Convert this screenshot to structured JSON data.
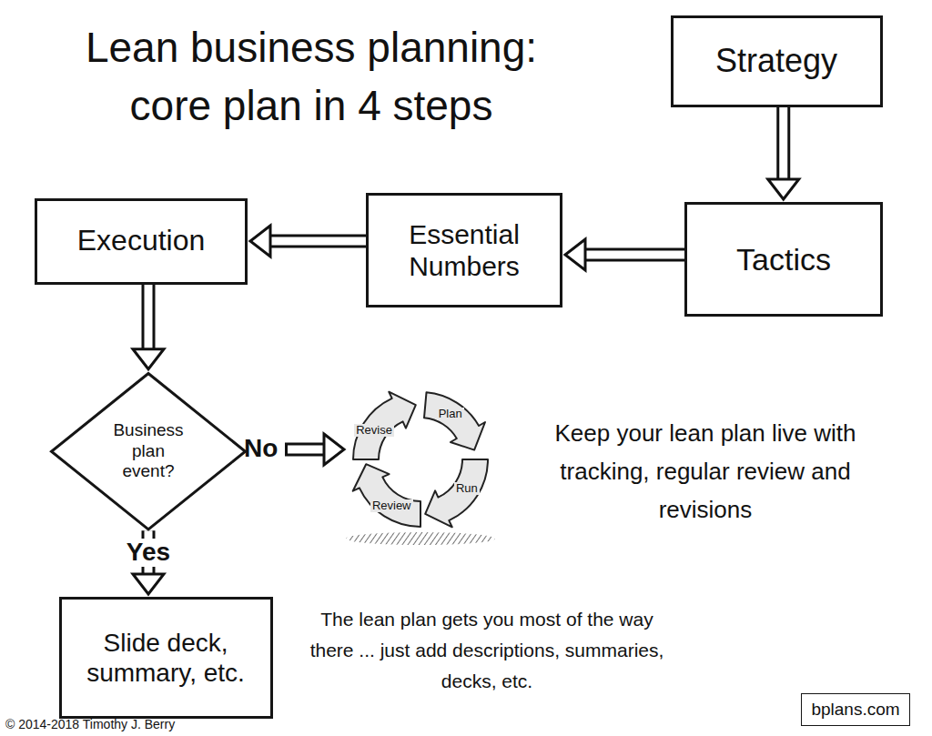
{
  "diagram": {
    "title": "Lean business planning: core plan in 4 steps",
    "nodes": [
      {
        "text": [
          "Strategy"
        ]
      },
      {
        "text": [
          "Execution"
        ]
      },
      {
        "text": [
          "Essential Numbers"
        ]
      },
      {
        "text": [
          "Tactics"
        ]
      },
      {
        "text": [
          "Business plan event?"
        ]
      },
      {
        "text": [
          "Slide deck, summary, etc."
        ]
      },
      {
        "text": [
          "bplans.com"
        ]
      }
    ],
    "edges": [
      {
        "from": 0,
        "to": 3,
        "arrow": "to"
      },
      {
        "from": 3,
        "to": 2,
        "arrow": "to"
      },
      {
        "from": 2,
        "to": 1,
        "arrow": "to"
      },
      {
        "from": 1,
        "to": 4,
        "arrow": "to"
      },
      {
        "from": 4,
        "to": 5,
        "arrow": "to",
        "label": "Yes"
      }
    ],
    "labels": [
      "No",
      "Revise",
      "Plan",
      "Run",
      "Review",
      "Keep your lean plan live with tracking, regular review and revisions",
      "The lean plan gets you most of the way there ... just add descriptions, summaries, decks, etc.",
      "© 2014-2018 Timothy J. Berry"
    ]
  }
}
